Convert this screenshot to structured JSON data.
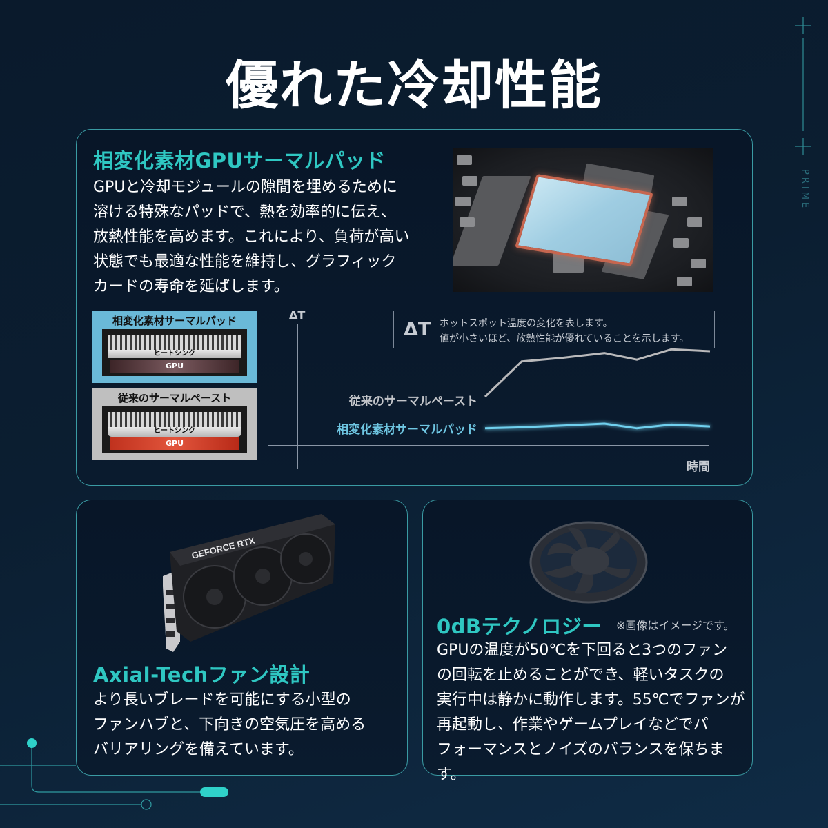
{
  "page": {
    "title": "優れた冷却性能",
    "side_label": "PRIME",
    "accent_color": "#2fc7c2",
    "border_color": "#3a9ba3",
    "background_color": "#0b1e31"
  },
  "thermal_pad_section": {
    "heading": "相変化素材GPUサーマルパッド",
    "body_lines": [
      "GPUと冷却モジュールの隙間を埋めるために",
      "溶ける特殊なパッドで、熱を効率的に伝え、",
      "放熱性能を高めます。これにより、負荷が高い",
      "状態でも最適な性能を維持し、グラフィック",
      "カードの寿命を延ばします。"
    ],
    "diagrams": [
      {
        "title": "相変化素材サーマルパッド",
        "heatsink_label": "ヒートシンク",
        "gpu_label": "GPU",
        "bg_color": "#6ab9d8"
      },
      {
        "title": "従来のサーマルペースト",
        "heatsink_label": "ヒートシンク",
        "gpu_label": "GPU",
        "bg_color": "#bfbfbf"
      }
    ],
    "legend": {
      "symbol": "ΔT",
      "line1": "ホットスポット温度の変化を表します。",
      "line2": "値が小さいほど、放熱性能が優れていることを示します。"
    }
  },
  "chart_data": {
    "type": "line",
    "title": "",
    "xlabel": "時間",
    "ylabel": "ΔT",
    "grid": false,
    "legend_position": "inline-left",
    "x": [
      0,
      1,
      2,
      3,
      4,
      5,
      6
    ],
    "series": [
      {
        "name": "従来のサーマルペースト",
        "color": "#b9b9bb",
        "values": [
          1.2,
          5.0,
          5.4,
          5.9,
          5.2,
          6.3,
          6.1
        ]
      },
      {
        "name": "相変化素材サーマルパッド",
        "color": "#6fd0ee",
        "values": [
          -2.2,
          -2.1,
          -1.9,
          -1.7,
          -2.2,
          -1.8,
          -2.0
        ]
      }
    ],
    "ylim": [
      -4,
      9
    ],
    "annotations": [
      "ΔT ホットスポット温度の変化を表します。値が小さいほど、放熱性能が優れていることを示します。"
    ]
  },
  "axial_tech_section": {
    "heading": "Axial-Techファン設計",
    "body_lines": [
      "より長いブレードを可能にする小型の",
      "ファンハブと、下向きの空気圧を高める",
      "バリアリングを備えています。"
    ],
    "product_text": "GEFORCE RTX"
  },
  "zero_db_section": {
    "heading": "0dBテクノロジー",
    "note": "※画像はイメージです。",
    "body_lines": [
      "GPUの温度が50℃を下回ると3つのファン",
      "の回転を止めることができ、軽いタスクの",
      "実行中は静かに動作します。55℃でファンが",
      "再起動し、作業やゲームプレイなどでパ",
      "フォーマンスとノイズのバランスを保ちます。"
    ]
  }
}
